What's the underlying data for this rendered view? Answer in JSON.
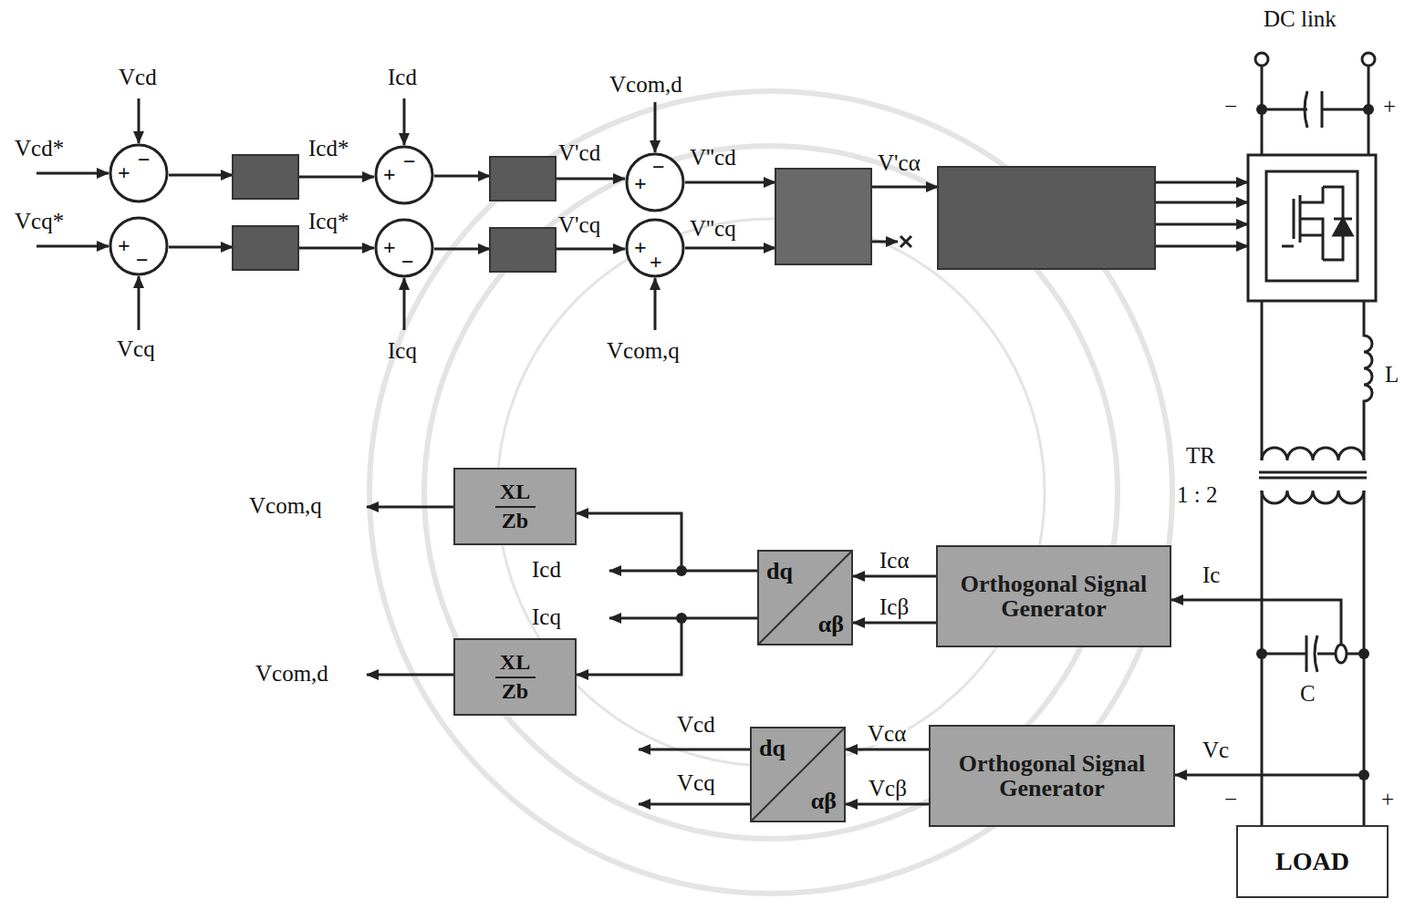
{
  "diagram": {
    "nodes": [
      {
        "text": [
          "+",
          "−"
        ]
      },
      {
        "text": [
          "+",
          "−"
        ]
      },
      {
        "text": [
          "+",
          "−"
        ]
      },
      {
        "text": [
          "+",
          "−"
        ]
      },
      {
        "text": [
          "−",
          "+"
        ]
      },
      {
        "text": [
          "+",
          "+"
        ]
      },
      {
        "text": [
          "XL",
          "Zb"
        ]
      },
      {
        "text": [
          "dq",
          "αβ"
        ]
      },
      {
        "text": [
          "Orthogonal Signal Generator"
        ]
      },
      {
        "text": [
          "XL",
          "Zb"
        ]
      },
      {
        "text": [
          "dq",
          "αβ"
        ]
      },
      {
        "text": [
          "Orthogonal Signal Generator"
        ]
      },
      {
        "text": [
          "LOAD"
        ]
      }
    ],
    "edges": [
      {
        "from": 8,
        "to": 7,
        "label": "Icα",
        "arrow": "to"
      },
      {
        "from": 8,
        "to": 7,
        "label": "Icβ",
        "arrow": "to"
      },
      {
        "from": 7,
        "to": 6,
        "arrow": "to"
      },
      {
        "from": 7,
        "to": 9,
        "arrow": "to"
      },
      {
        "from": 11,
        "to": 10,
        "label": "Vcα",
        "arrow": "to"
      },
      {
        "from": 11,
        "to": 10,
        "label": "Vcβ",
        "arrow": "to"
      }
    ],
    "labels": [
      "Vcd*",
      "Vcq*",
      "Vcd",
      "Vcq",
      "Icd*",
      "Icq*",
      "Icd",
      "Icq",
      "V'cd",
      "V'cq",
      "Vcom,d",
      "Vcom,q",
      "V''cd",
      "V''cq",
      "V'cα",
      "DC link",
      "−",
      "+",
      "L",
      "TR",
      "1 : 2",
      "Ic",
      "C",
      "Vc",
      "−",
      "+",
      "Vcom,q",
      "Icd",
      "Icq",
      "Vcom,d",
      "Vcd",
      "Vcq"
    ]
  }
}
